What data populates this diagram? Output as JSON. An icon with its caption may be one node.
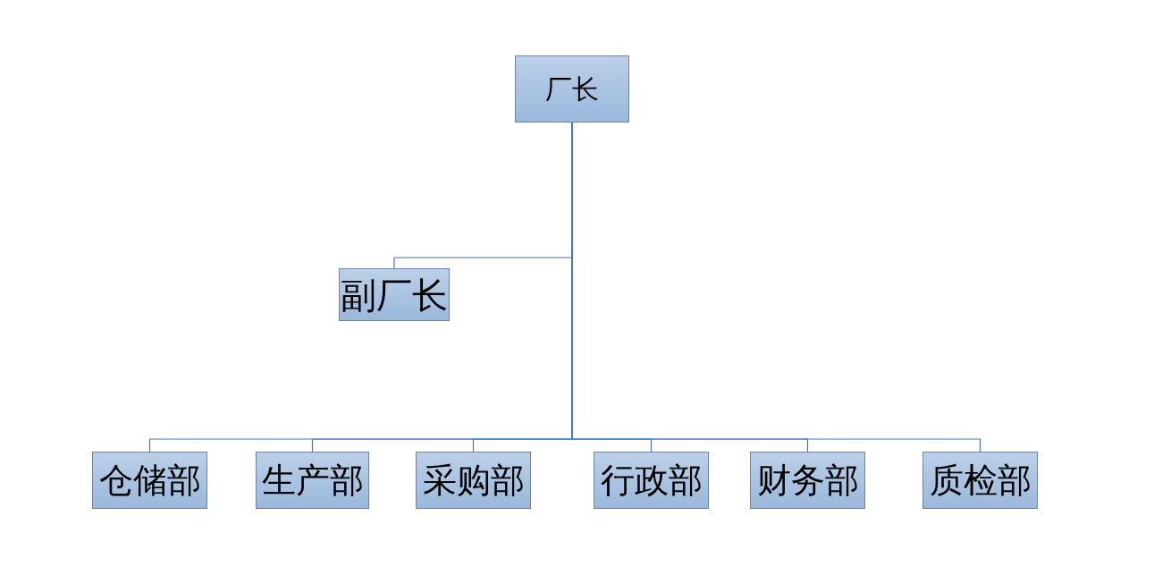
{
  "diagram": {
    "nodes": [
      {
        "text": [
          "厂长"
        ]
      },
      {
        "text": [
          "副厂长"
        ]
      },
      {
        "text": [
          "仓储部"
        ]
      },
      {
        "text": [
          "生产部"
        ]
      },
      {
        "text": [
          "采购部"
        ]
      },
      {
        "text": [
          "行政部"
        ]
      },
      {
        "text": [
          "财务部"
        ]
      },
      {
        "text": [
          "质检部"
        ]
      }
    ],
    "edges": [
      {
        "from": 0,
        "to": 1,
        "arrow": "none"
      },
      {
        "from": 0,
        "to": 2,
        "arrow": "none"
      },
      {
        "from": 0,
        "to": 3,
        "arrow": "none"
      },
      {
        "from": 0,
        "to": 4,
        "arrow": "none"
      },
      {
        "from": 0,
        "to": 5,
        "arrow": "none"
      },
      {
        "from": 0,
        "to": 6,
        "arrow": "none"
      },
      {
        "from": 0,
        "to": 7,
        "arrow": "none"
      }
    ]
  }
}
